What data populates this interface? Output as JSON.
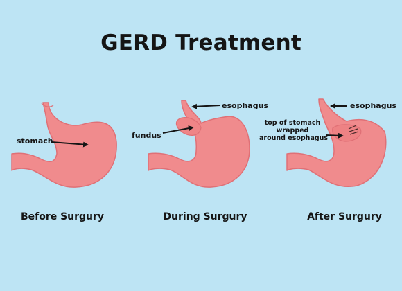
{
  "title": "GERD Treatment",
  "colors": {
    "background": "#bde4f4",
    "stomach_fill": "#f08b8d",
    "stomach_stroke": "#e07076",
    "text": "#151515"
  },
  "panels": [
    {
      "caption": "Before Surgury",
      "labels": {
        "stomach": "stomach"
      }
    },
    {
      "caption": "During Surgury",
      "labels": {
        "esophagus": "esophagus",
        "fundus": "fundus"
      }
    },
    {
      "caption": "After Surgury",
      "labels": {
        "esophagus": "esophagus",
        "wrap_line1": "top of stomach",
        "wrap_line2": "wrapped",
        "wrap_line3": "around esophagus"
      }
    }
  ]
}
